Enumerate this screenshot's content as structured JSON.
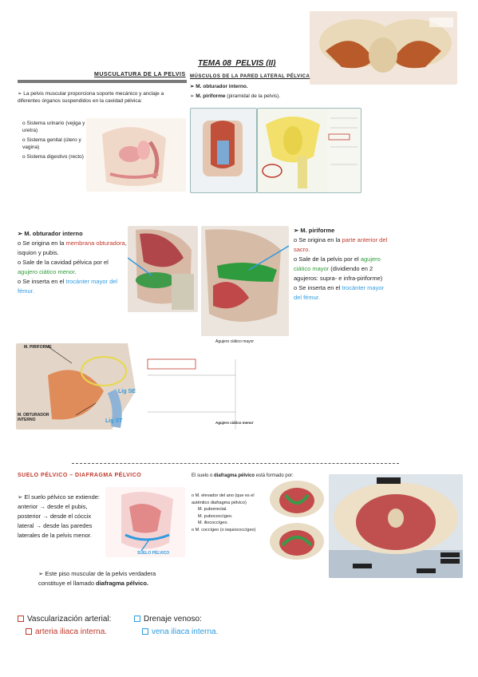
{
  "page_title": "TEMA 08_PELVIS (II)",
  "section1": {
    "header": "MUSCULATURA DE LA PELVIS",
    "intro": "La pelvis muscular proporciona soporte mecánico y anclaje a diferentes órganos suspendidos en la cavidad pélvica:",
    "systems": [
      "Sistema urinario (vejiga y uretra)",
      "Sistema genital (útero y vagina)",
      "Sistema digestivo (recto)"
    ]
  },
  "section2": {
    "header": "MÚSCULOS DE LA PARED LATERAL PÉLVICA",
    "items": [
      "M. obturador interno.",
      "M. piriforme (piramidal de la pelvis)."
    ]
  },
  "obturador": {
    "title": "M. obturador interno",
    "origin_prefix": "Se origina en la ",
    "origin_red": "membrana obturadora",
    "origin_suffix": ", isquion y pubis.",
    "exit_prefix": "Sale de la cavidad pélvica por el ",
    "exit_green": "agujero ciático menor",
    "exit_suffix": ".",
    "insert_prefix": "Se inserta en el ",
    "insert_blue": "trocánter mayor del fémur."
  },
  "piriforme": {
    "title": "M. piriforme",
    "origin_prefix": "Se origina en la ",
    "origin_red": "parte anterior del sacro.",
    "exit_prefix": "Sale de la pelvis por el ",
    "exit_green": "agujero ciático mayor",
    "exit_suffix": " (dividiendo en 2 agujeros: supra- e infra-piriforme)",
    "insert_prefix": "Se inserta en el ",
    "insert_blue": "trocánter mayor del fémur."
  },
  "foramen_caption": "Agujero ciático mayor",
  "diagram_labels": {
    "piriforme": "M. PIRIFORME",
    "obturador": "M. OBTURADOR INTERNO",
    "lig_se": "Lig SE",
    "lig_st": "Lig ST",
    "menor": "Agujero ciático menor"
  },
  "suelo": {
    "header": "SUELO PÉLVICO – DIAFRAGMA PÉLVICO",
    "extends_title": "El suelo pélvico se extiende:",
    "extends": [
      "anterior → desde el pubis,",
      "posterior → desde el cóccix",
      "lateral → desde las paredes laterales de la pelvis menor."
    ],
    "diagram_label": "SUELO PÉLVICO",
    "note_prefix": "Este piso muscular de la pelvis verdadera constituye el llamado ",
    "note_bold": "diafragma pélvico.",
    "formed_prefix": "El suelo o ",
    "formed_bold": "diafragma pélvico",
    "formed_suffix": " está formado por:",
    "muscles": [
      "M. elevador del ano (que es el auténtico diafragma pélvico)",
      "M. puborrectal.",
      "M. pubococcígeo.",
      "M. iliococcígeo.",
      "M. coccígeo (o isquiococcígeo)"
    ]
  },
  "vasc": {
    "arterial_title": "Vascularización arterial:",
    "arterial_item": "arteria iliaca interna.",
    "venous_title": "Drenaje venoso:",
    "venous_item": "vena iliaca interna."
  },
  "colors": {
    "red": "#c0392b",
    "blue": "#2f9be0",
    "green": "#2e9b39"
  }
}
